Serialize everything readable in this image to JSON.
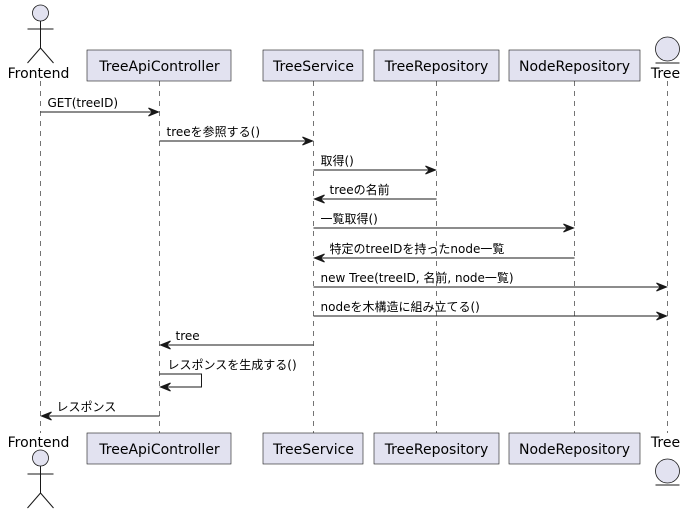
{
  "participants": [
    {
      "id": "frontend",
      "label": "Frontend",
      "kind": "actor"
    },
    {
      "id": "ctrl",
      "label": "TreeApiController",
      "kind": "participant"
    },
    {
      "id": "svc",
      "label": "TreeService",
      "kind": "participant"
    },
    {
      "id": "trepo",
      "label": "TreeRepository",
      "kind": "participant"
    },
    {
      "id": "nrepo",
      "label": "NodeRepository",
      "kind": "participant"
    },
    {
      "id": "tree",
      "label": "Tree",
      "kind": "entity"
    }
  ],
  "messages": [
    {
      "from": "frontend",
      "to": "ctrl",
      "label": "GET(treeID)"
    },
    {
      "from": "ctrl",
      "to": "svc",
      "label": "treeを参照する()"
    },
    {
      "from": "svc",
      "to": "trepo",
      "label": "取得()"
    },
    {
      "from": "trepo",
      "to": "svc",
      "label": "treeの名前"
    },
    {
      "from": "svc",
      "to": "nrepo",
      "label": "一覧取得()"
    },
    {
      "from": "nrepo",
      "to": "svc",
      "label": "特定のtreeIDを持ったnode一覧"
    },
    {
      "from": "svc",
      "to": "tree",
      "label": "new Tree(treeID, 名前, node一覧)"
    },
    {
      "from": "svc",
      "to": "tree",
      "label": "nodeを木構造に組み立てる()"
    },
    {
      "from": "svc",
      "to": "ctrl",
      "label": "tree"
    },
    {
      "from": "ctrl",
      "to": "ctrl",
      "label": "レスポンスを生成する()"
    },
    {
      "from": "ctrl",
      "to": "frontend",
      "label": "レスポンス"
    }
  ]
}
